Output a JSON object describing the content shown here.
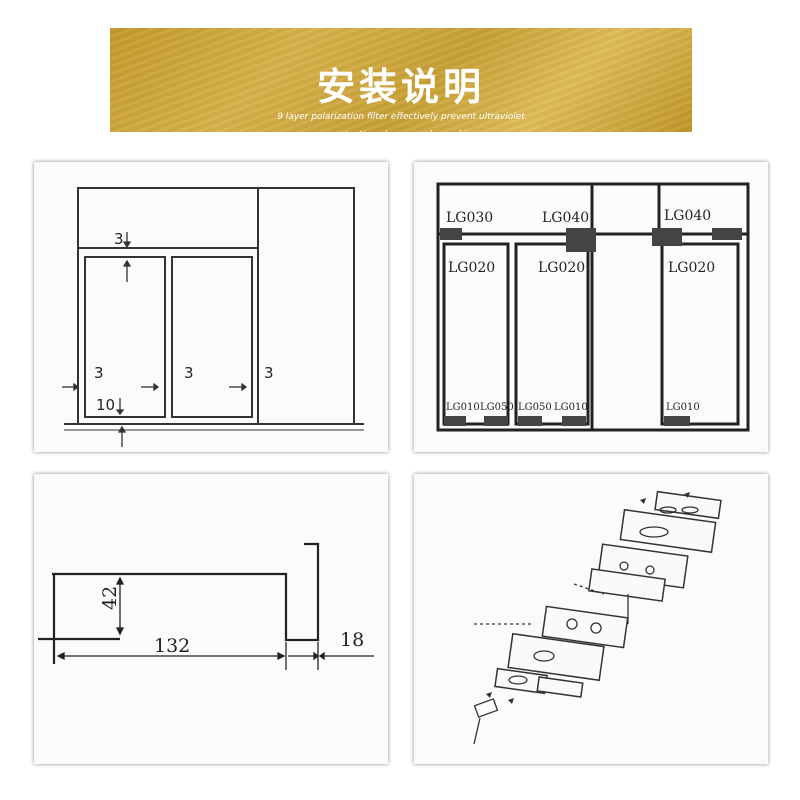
{
  "banner": {
    "title": "安装说明",
    "subtitle_line1": "9 layer polarization filter effectively prevent ultraviolet",
    "subtitle_line2": "protective glasses and eye skin",
    "color": "#c9a23a"
  },
  "panel_frame": {
    "dim_top": "3",
    "dim_left": "3",
    "dim_middle": "3",
    "dim_right": "3",
    "dim_bottom": "10"
  },
  "panel_parts": {
    "labels": {
      "lg030": "LG030",
      "lg040_left": "LG040",
      "lg040_right": "LG040",
      "lg020_a": "LG020",
      "lg020_b": "LG020",
      "lg020_c": "LG020",
      "lg010_a": "LG010",
      "lg050_a": "LG050",
      "lg050_b": "LG050",
      "lg010_b": "LG010",
      "lg010_c": "LG010"
    }
  },
  "panel_section": {
    "dim_height": "42",
    "dim_width": "132",
    "dim_gap": "18"
  },
  "panel_exploded": {
    "icon": "exploded-hardware-diagram"
  }
}
